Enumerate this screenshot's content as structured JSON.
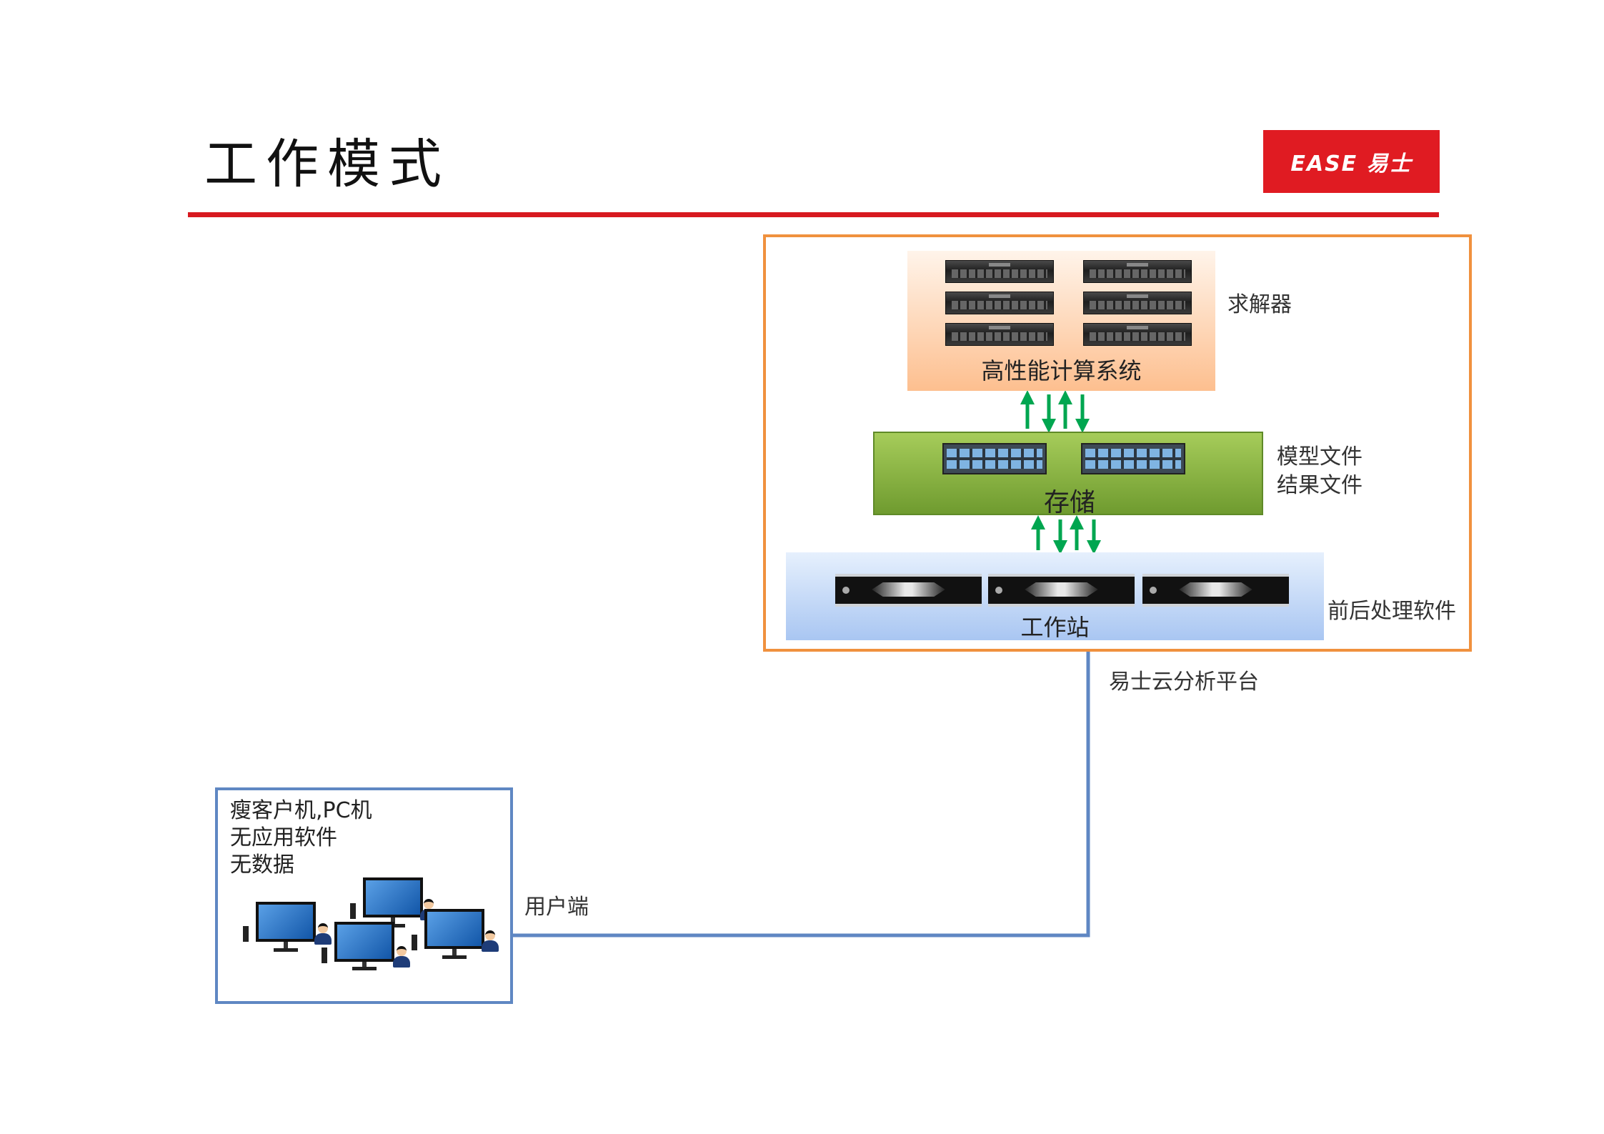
{
  "header": {
    "title": "工作模式",
    "logo_text": "EASE 易士"
  },
  "cloud": {
    "platform_label": "易士云分析平台",
    "hpc": {
      "panel_label": "高性能计算系统",
      "side_label": "求解器"
    },
    "storage": {
      "panel_label": "存储",
      "side_label_1": "模型文件",
      "side_label_2": "结果文件"
    },
    "workstation": {
      "panel_label": "工作站",
      "side_label": "前后处理软件"
    }
  },
  "client": {
    "line_1": "瘦客户机,PC机",
    "line_2": "无应用软件",
    "line_3": "无数据",
    "side_label": "用户端"
  },
  "colors": {
    "brand_red": "#d71920",
    "cloud_border": "#f0913e",
    "link_blue": "#5f87c3",
    "arrow_green": "#00a650"
  }
}
